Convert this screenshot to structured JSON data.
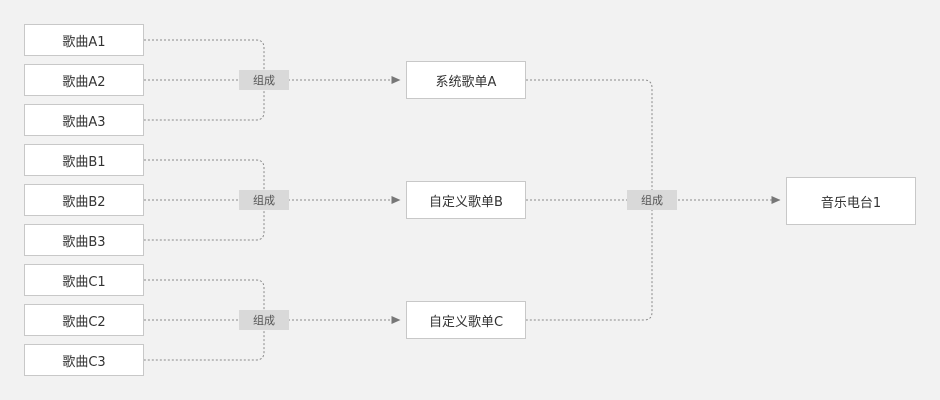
{
  "diagram": {
    "songs_a": [
      "歌曲A1",
      "歌曲A2",
      "歌曲A3"
    ],
    "songs_b": [
      "歌曲B1",
      "歌曲B2",
      "歌曲B3"
    ],
    "songs_c": [
      "歌曲C1",
      "歌曲C2",
      "歌曲C3"
    ],
    "playlists": [
      "系统歌单A",
      "自定义歌单B",
      "自定义歌单C"
    ],
    "radio": "音乐电台1",
    "relation_label": "组成"
  }
}
